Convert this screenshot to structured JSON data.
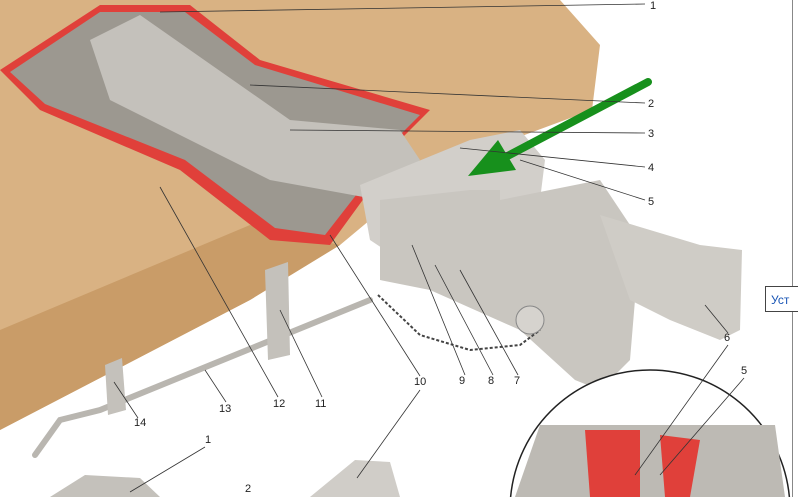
{
  "diagram": {
    "callouts_main": [
      "1",
      "2",
      "3",
      "4",
      "5",
      "6",
      "5",
      "7",
      "8",
      "9",
      "10",
      "11",
      "12",
      "13",
      "14"
    ],
    "callouts_lower": [
      "1",
      "2"
    ],
    "tooltip_text": "Уст",
    "colors": {
      "frame": "#d9b283",
      "cutout": "#e0403a",
      "metal": "#bdbab4",
      "arrow": "#17901c"
    }
  }
}
